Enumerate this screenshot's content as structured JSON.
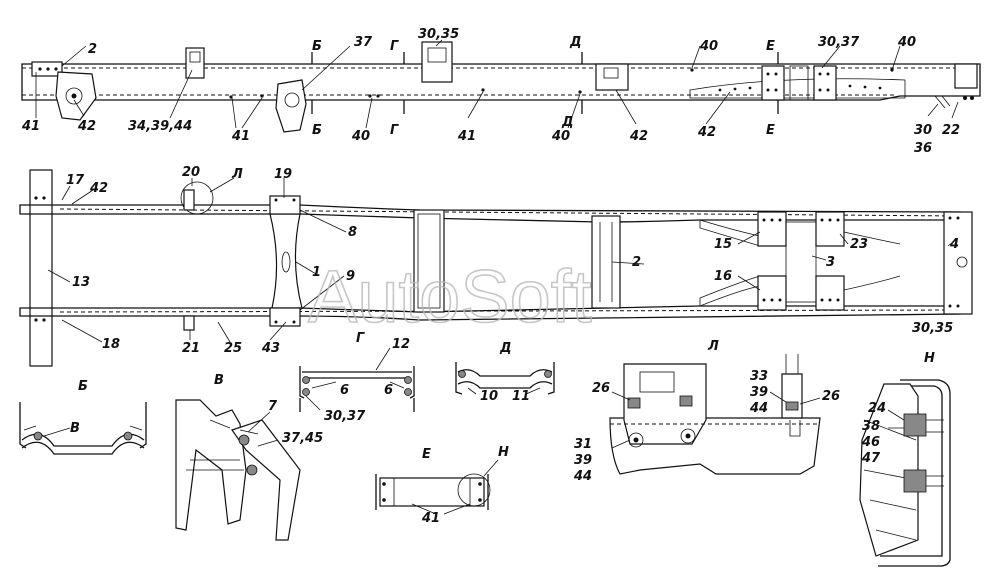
{
  "watermark": "AutoSoft",
  "callouts": {
    "c2": "2",
    "c41a": "41",
    "c42a": "42",
    "c34": "34,39,44",
    "c41b": "41",
    "cB1": "Б",
    "cB2": "Б",
    "c37": "37",
    "cG1": "Г",
    "cG2": "Г",
    "c40a": "40",
    "c3035a": "30,35",
    "c41c": "41",
    "cD1": "Д",
    "cD2": "Д",
    "c40b": "40",
    "c42b": "42",
    "c40c": "40",
    "cE1": "Е",
    "cE2": "Е",
    "c3037a": "30,37",
    "c40d": "40",
    "c42c": "42",
    "c30": "30",
    "c36": "36",
    "c22": "22",
    "c17": "17",
    "c42d": "42",
    "c20": "20",
    "cL": "Л",
    "c19": "19",
    "c8": "8",
    "c13": "13",
    "c1": "1",
    "c9": "9",
    "c18": "18",
    "c21": "21",
    "c25": "25",
    "c43": "43",
    "cG3": "Г",
    "c2b": "2",
    "c15": "15",
    "c3": "3",
    "c23": "23",
    "c4": "4",
    "c16": "16",
    "c3035b": "30,35"
  },
  "views": {
    "b": {
      "title": "Б",
      "label_v": "В"
    },
    "v": {
      "title": "В",
      "l7": "7",
      "l3745": "37,45"
    },
    "g": {
      "l12": "12",
      "l6a": "6",
      "l6b": "6",
      "l3037": "30,37"
    },
    "d": {
      "title": "Д",
      "l10": "10",
      "l11": "11"
    },
    "l": {
      "title": "Л",
      "l26a": "26",
      "l26b": "26",
      "l31": "31",
      "l39a": "39",
      "l44a": "44",
      "l33": "33",
      "l39b": "39",
      "l44b": "44"
    },
    "e": {
      "title": "Е",
      "lH": "Н",
      "l41": "41"
    },
    "n": {
      "title": "Н",
      "l24": "24",
      "l38": "38",
      "l46": "46",
      "l47": "47"
    }
  }
}
